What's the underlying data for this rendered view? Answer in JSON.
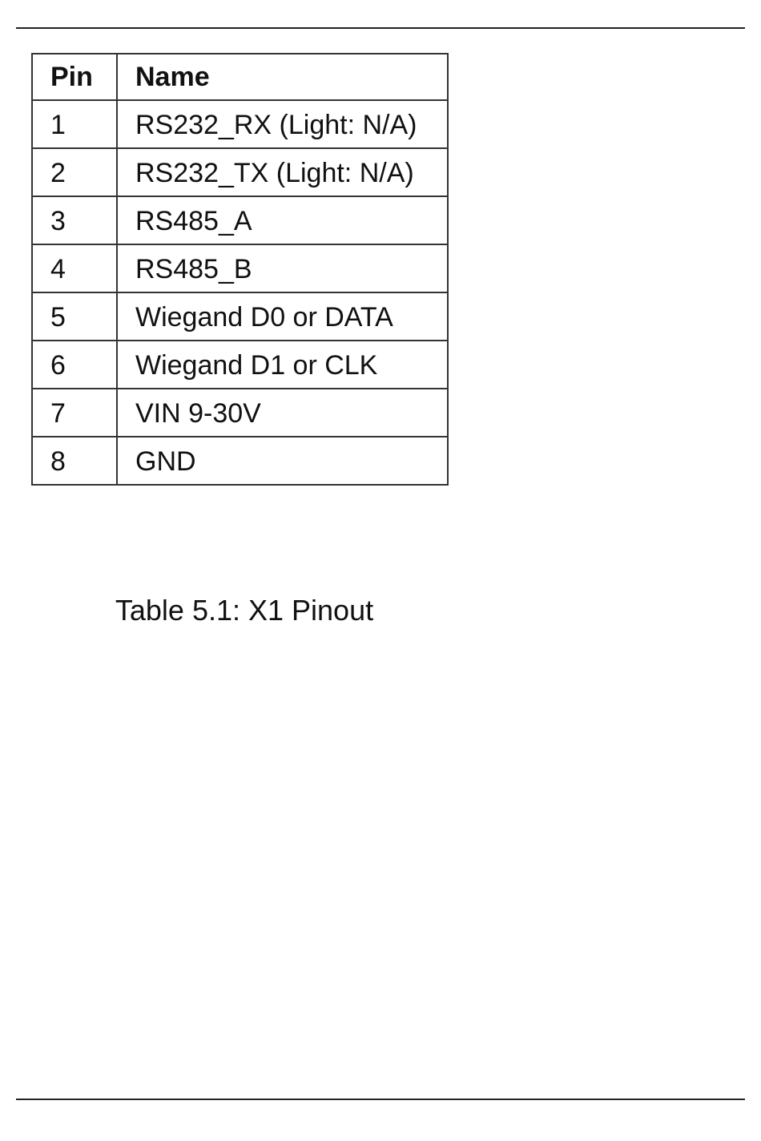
{
  "table": {
    "headers": {
      "pin": "Pin",
      "name": "Name"
    },
    "rows": [
      {
        "pin": "1",
        "name": "RS232_RX (Light: N/A)"
      },
      {
        "pin": "2",
        "name": "RS232_TX (Light: N/A)"
      },
      {
        "pin": "3",
        "name": "RS485_A"
      },
      {
        "pin": "4",
        "name": "RS485_B"
      },
      {
        "pin": "5",
        "name": "Wiegand D0 or DATA"
      },
      {
        "pin": "6",
        "name": "Wiegand D1 or CLK"
      },
      {
        "pin": "7",
        "name": "VIN 9-30V"
      },
      {
        "pin": "8",
        "name": "GND"
      }
    ]
  },
  "caption": "Table 5.1: X1 Pinout"
}
